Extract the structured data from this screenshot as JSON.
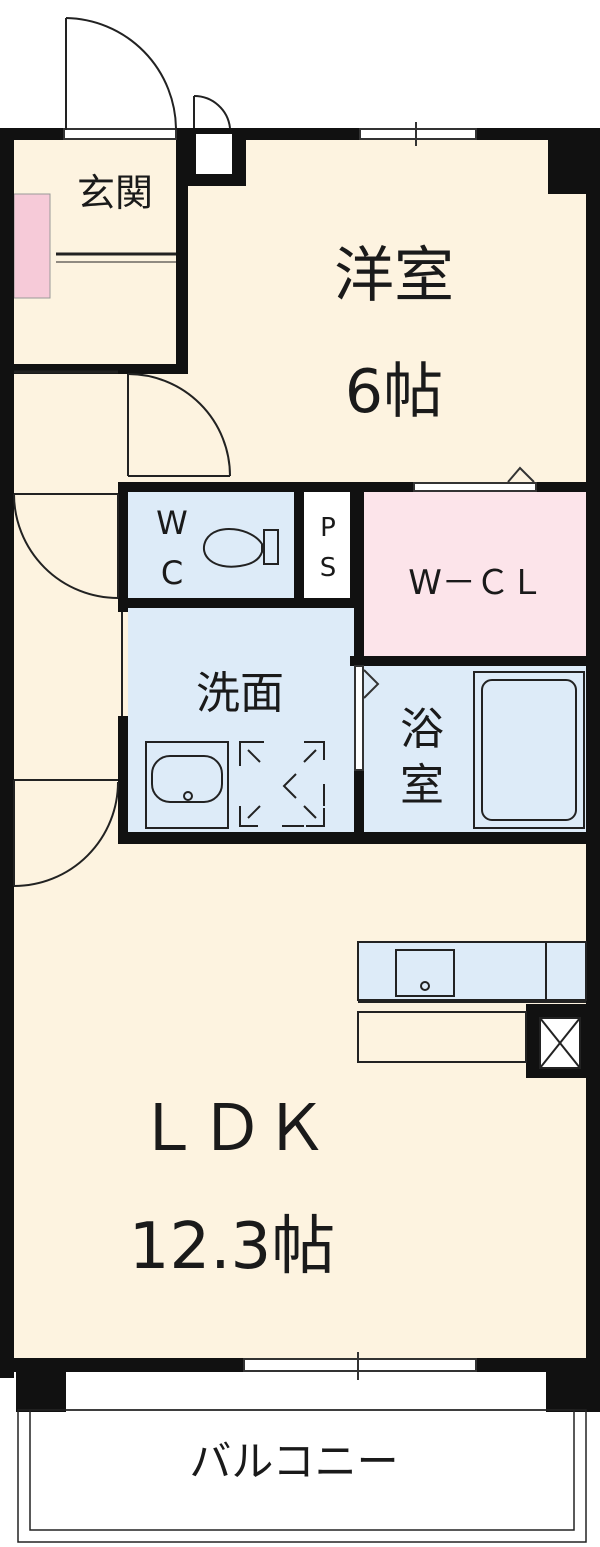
{
  "rooms": {
    "entrance": {
      "label": "玄関"
    },
    "western": {
      "label": "洋室",
      "size": "6帖"
    },
    "wc": {
      "line1": "W",
      "line2": "C"
    },
    "ps": {
      "line1": "P",
      "line2": "S"
    },
    "wcl": {
      "label": "W－ＣＬ"
    },
    "washroom": {
      "label": "洗面"
    },
    "bath": {
      "line1": "浴",
      "line2": "室"
    },
    "ldk": {
      "label": "ＬＤＫ",
      "size": "12.3帖"
    },
    "balcony": {
      "label": "バルコニー"
    }
  },
  "colors": {
    "wall": "#111111",
    "floor_main": "#fdf3e0",
    "wet_area": "#ddebf8",
    "closet": "#fce4ea",
    "entrance_accent": "#f6cad8",
    "balcony": "#ffffff"
  }
}
